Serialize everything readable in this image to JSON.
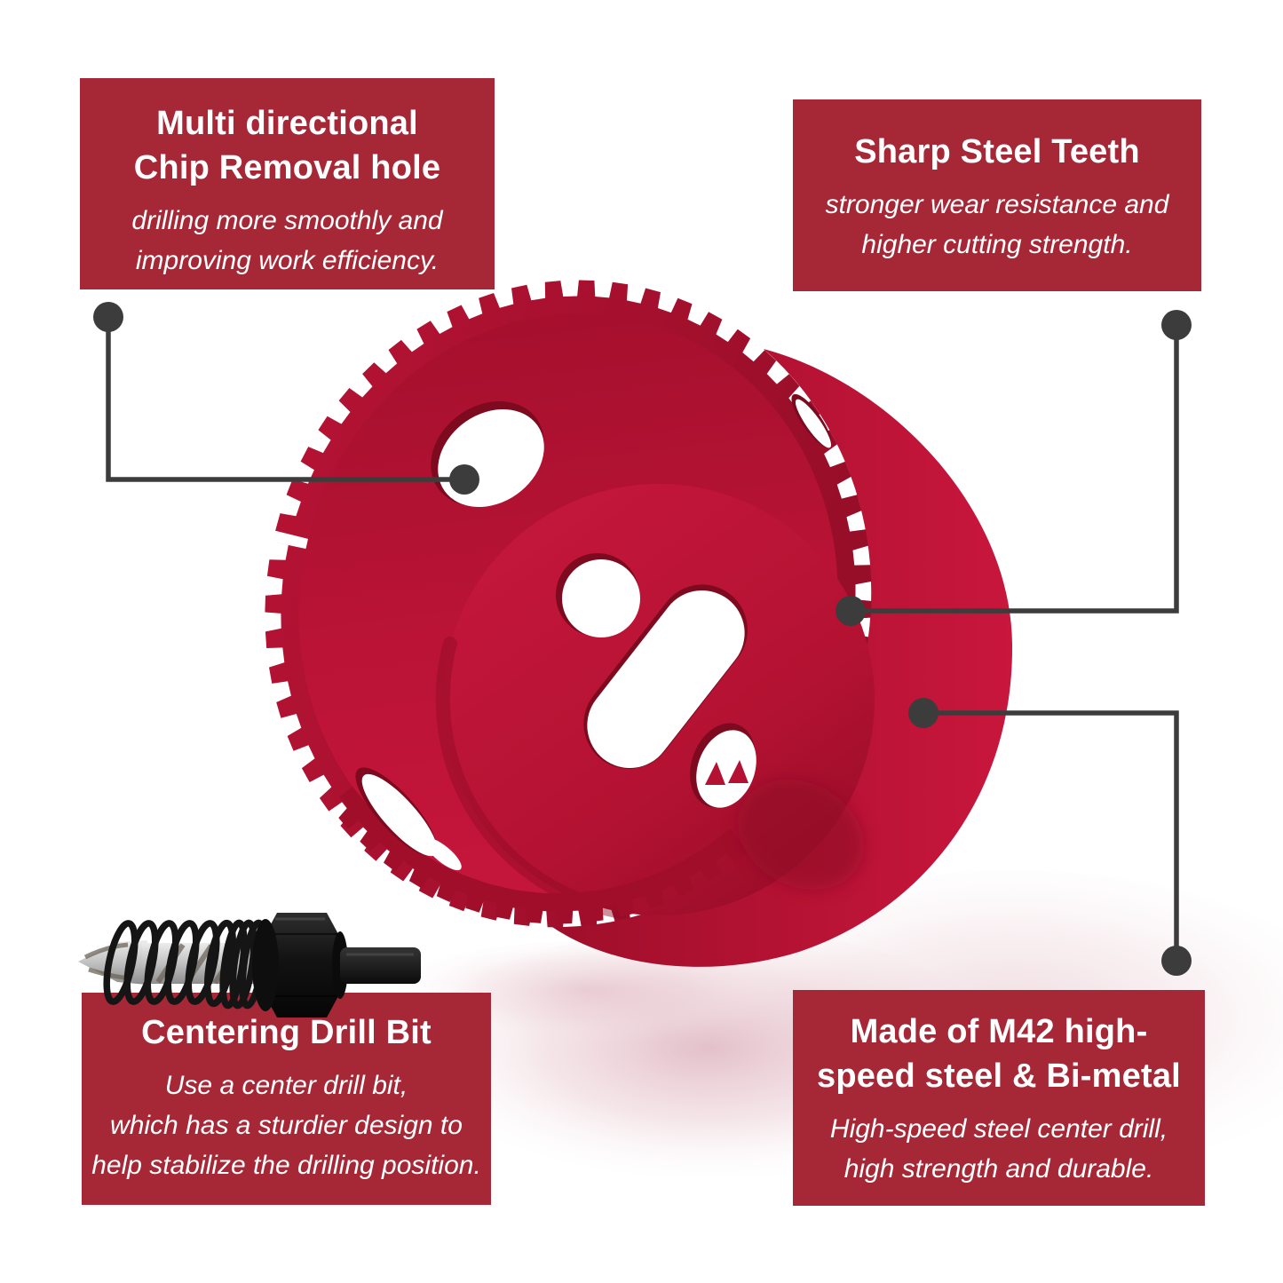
{
  "callouts": {
    "top_left": {
      "title_lines": [
        "Multi directional",
        "Chip Removal hole"
      ],
      "desc_lines": [
        "drilling more smoothly and",
        "improving work efficiency."
      ]
    },
    "top_right": {
      "title_lines": [
        "Sharp Steel Teeth"
      ],
      "desc_lines": [
        "stronger wear resistance and",
        "higher cutting strength."
      ]
    },
    "bottom_left": {
      "title_lines": [
        "Centering Drill Bit"
      ],
      "desc_lines": [
        "Use a center drill bit,",
        "which has a sturdier design to",
        "help stabilize the drilling position."
      ]
    },
    "bottom_right": {
      "title_lines": [
        "Made of M42 high-",
        "speed steel & Bi-metal"
      ],
      "desc_lines": [
        "High-speed steel center drill,",
        "high strength and durable."
      ]
    }
  },
  "colors": {
    "box_red": "#A62836",
    "saw_red": "#BE1333",
    "saw_red_bright": "#C9163C",
    "saw_red_dark": "#8E0C24",
    "connector": "#3C3C3C",
    "text_white": "#FFFFFF",
    "background": "#FFFFFF"
  }
}
